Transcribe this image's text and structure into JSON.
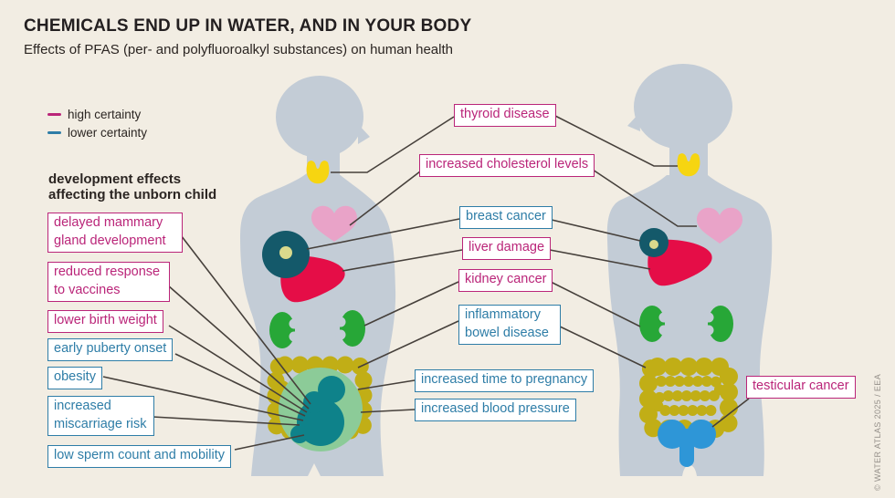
{
  "title": "CHEMICALS END UP IN WATER, AND IN YOUR BODY",
  "subtitle": "Effects of PFAS (per- and polyfluoroalkyl substances) on human health",
  "legend": {
    "high_label": "high certainty",
    "lower_label": "lower certainty"
  },
  "section_header": {
    "line1": "development effects",
    "line2": "affecting the unborn child"
  },
  "labels": [
    {
      "text": "delayed mammary gland development",
      "cert": "high"
    },
    {
      "text": "reduced response to vaccines",
      "cert": "high"
    },
    {
      "text": "lower birth weight",
      "cert": "high"
    },
    {
      "text": "early puberty onset",
      "cert": "lower"
    },
    {
      "text": "obesity",
      "cert": "lower"
    },
    {
      "text": "increased miscarriage risk",
      "cert": "lower"
    },
    {
      "text": "low sperm count and mobility",
      "cert": "lower"
    },
    {
      "text": "thyroid disease",
      "cert": "high"
    },
    {
      "text": "increased cholesterol levels",
      "cert": "high"
    },
    {
      "text": "breast cancer",
      "cert": "lower"
    },
    {
      "text": "liver damage",
      "cert": "high"
    },
    {
      "text": "kidney cancer",
      "cert": "high"
    },
    {
      "text": "inflammatory bowel disease",
      "cert": "lower"
    },
    {
      "text": "increased time to pregnancy",
      "cert": "lower"
    },
    {
      "text": "increased blood pressure",
      "cert": "lower"
    },
    {
      "text": "testicular cancer",
      "cert": "high"
    }
  ],
  "organs": [
    "thyroid",
    "heart",
    "breast",
    "liver",
    "kidneys",
    "intestines",
    "uterus-with-fetus",
    "testicles"
  ],
  "credit": "© WATER ATLAS 2025 / EEA",
  "colors": {
    "background": "#f2ede3",
    "body": "#c3ccd6",
    "thyroid": "#f6d511",
    "heart": "#e9a3c8",
    "breast": "#14596a",
    "breast_dot": "#d9d98c",
    "liver": "#e50d47",
    "kidney": "#27a737",
    "intestine": "#c1ae16",
    "womb": "#8ccb98",
    "fetus": "#0e828a",
    "testis": "#2e96d7",
    "line": "#46403b",
    "high": "#ba2579",
    "lower": "#2e7da7",
    "title": "#231f20",
    "text": "#2b2522",
    "credit": "#95908a",
    "label_bg": "#ffffff"
  }
}
